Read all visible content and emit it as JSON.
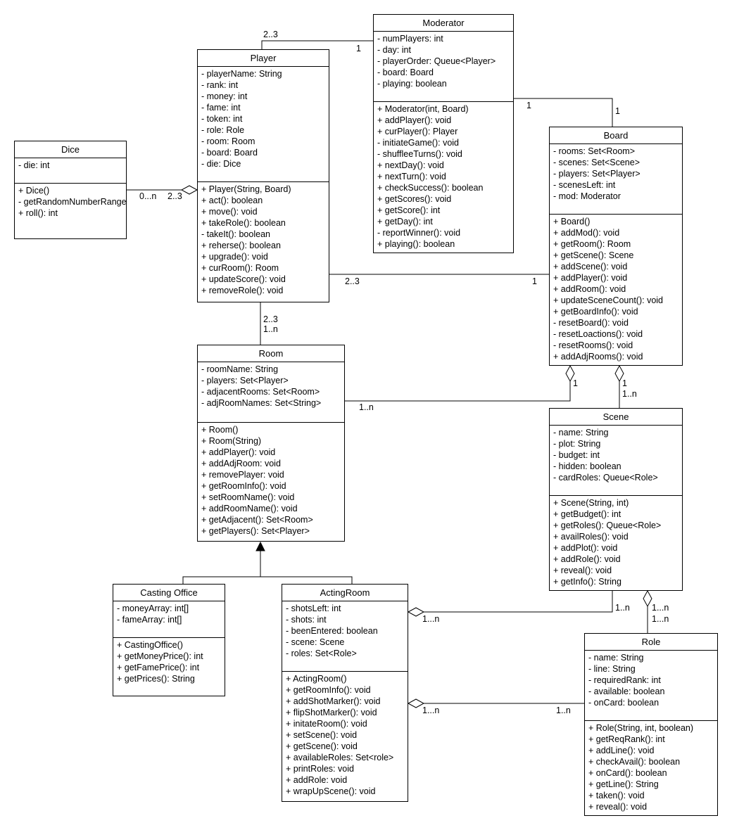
{
  "classes": {
    "moderator": {
      "name": "Moderator",
      "attributes": [
        "- numPlayers: int",
        "- day: int",
        "- playerOrder: Queue<Player>",
        "- board: Board",
        "- playing: boolean"
      ],
      "operations": [
        "+ Moderator(int, Board)",
        "+ addPlayer(): void",
        "+ curPlayer(): Player",
        "- initiateGame(): void",
        "- shuffleeTurns(): void",
        "+ nextDay(): void",
        "+ nextTurn(): void",
        "+ checkSuccess(): boolean",
        "+ getScores(): void",
        "+ getScore(): int",
        "+ getDay(): int",
        "- reportWinner(): void",
        "+ playing(): boolean"
      ]
    },
    "player": {
      "name": "Player",
      "attributes": [
        "- playerName: String",
        "- rank: int",
        "- money: int",
        "- fame: int",
        "- token: int",
        "- role: Role",
        "- room: Room",
        "- board: Board",
        "- die: Dice"
      ],
      "operations": [
        "+ Player(String, Board)",
        "+ act(): boolean",
        "+ move(): void",
        "+ takeRole(): boolean",
        "- takeIt(): boolean",
        "+ reherse(): boolean",
        "+ upgrade(): void",
        "+ curRoom(): Room",
        "+ updateScore(): void",
        "+ removeRole(): void"
      ]
    },
    "dice": {
      "name": "Dice",
      "attributes": [
        "- die: int"
      ],
      "operations": [
        "+ Dice()",
        "- getRandomNumberRange(): int",
        "+ roll(): int"
      ]
    },
    "board": {
      "name": "Board",
      "attributes": [
        "- rooms: Set<Room>",
        "- scenes: Set<Scene>",
        "- players: Set<Player>",
        "- scenesLeft: int",
        "- mod: Moderator"
      ],
      "operations": [
        "+ Board()",
        "+ addMod(): void",
        "+ getRoom(): Room",
        "+ getScene(): Scene",
        "+ addScene(): void",
        "+ addPlayer(): void",
        "+ addRoom(): void",
        "+ updateSceneCount(): void",
        "+ getBoardInfo(): void",
        "- resetBoard(): void",
        "- resetLoactions(): void",
        "- resetRooms(): void",
        "+ addAdjRooms(): void"
      ]
    },
    "room": {
      "name": "Room",
      "attributes": [
        "- roomName: String",
        "- players: Set<Player>",
        "- adjacentRooms: Set<Room>",
        "- adjRoomNames: Set<String>"
      ],
      "operations": [
        "+ Room()",
        "+ Room(String)",
        "+ addPlayer(): void",
        "+ addAdjRoom: void",
        "+ removePlayer: void",
        "+ getRoomInfo(): void",
        "+ setRoomName(): void",
        "+ addRoomName(): void",
        "+ getAdjacent(): Set<Room>",
        "+ getPlayers(): Set<Player>"
      ]
    },
    "scene": {
      "name": "Scene",
      "attributes": [
        "- name: String",
        "- plot: String",
        "- budget: int",
        "- hidden: boolean",
        "- cardRoles: Queue<Role>"
      ],
      "operations": [
        "+ Scene(String, int)",
        "+ getBudget(): int",
        "+ getRoles(): Queue<Role>",
        "+ availRoles(): void",
        "+ addPlot(): void",
        "+ addRole(): void",
        "+ reveal(): void",
        "+ getInfo(): String"
      ]
    },
    "castingOffice": {
      "name": "Casting Office",
      "attributes": [
        "- moneyArray: int[]",
        "- fameArray: int[]"
      ],
      "operations": [
        "+ CastingOffice()",
        "+ getMoneyPrice(): int",
        "+ getFamePrice(): int",
        "+ getPrices(): String"
      ]
    },
    "actingRoom": {
      "name": "ActingRoom",
      "attributes": [
        "- shotsLeft: int",
        "- shots: int",
        "- beenEntered: boolean",
        "- scene: Scene",
        "- roles: Set<Role>"
      ],
      "operations": [
        "+ ActingRoom()",
        "+ getRoomInfo(): void",
        "+ addShotMarker(): void",
        "+ flipShotMarker(): void",
        "+ initateRoom(): void",
        "+ setScene(): void",
        "+ getScene(): void",
        "+ availableRoles: Set<role>",
        "+ printRoles: void",
        "+ addRole: void",
        "+ wrapUpScene(): void"
      ]
    },
    "role": {
      "name": "Role",
      "attributes": [
        "- name: String",
        "- line: String",
        "- requiredRank: int",
        "- available: boolean",
        "- onCard: boolean"
      ],
      "operations": [
        "+ Role(String, int, boolean)",
        "+ getReqRank(): int",
        "+ addLine(): void",
        "+ checkAvail(): boolean",
        "+ onCard(): boolean",
        "+ getLine(): String",
        "+ taken(): void",
        "+ reveal(): void"
      ]
    }
  },
  "multiplicities": {
    "playerToModerator": "2..3",
    "moderatorToPlayer": "1",
    "moderatorToBoard": "1",
    "boardToModerator": "1",
    "diceSide": "0...n",
    "playerDiceSide": "2..3",
    "playerToBoard": "2..3",
    "boardToPlayer": "1",
    "playerRoomA": "2..3",
    "playerRoomB": "1..n",
    "roomToBoard": "1..n",
    "boardRoomSide": "1",
    "boardSceneA": "1",
    "boardSceneB": "1..n",
    "sceneToActing": "1..n",
    "actingSceneSide": "1...n",
    "sceneRoleA": "1...n",
    "sceneRoleB": "1...n",
    "actingRoleSide": "1...n",
    "roleActingSide": "1..n"
  }
}
